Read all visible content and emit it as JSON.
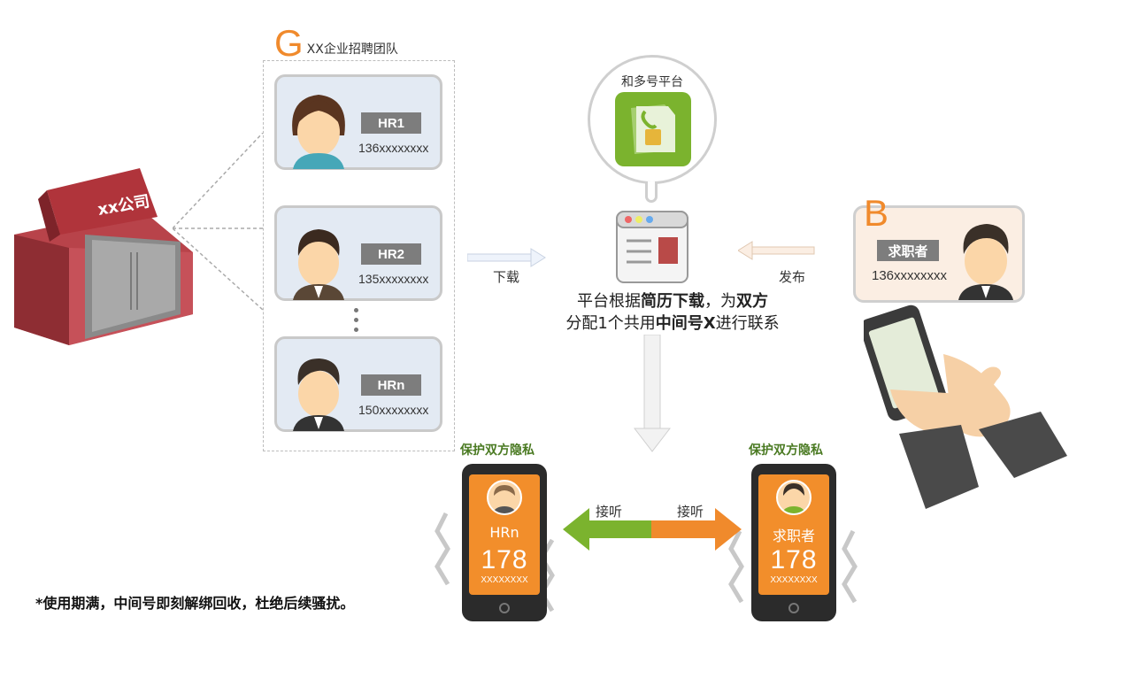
{
  "team": {
    "letter": "G",
    "label": "XX企业招聘团队"
  },
  "company": {
    "sign": "xx公司"
  },
  "hr_cards": [
    {
      "name": "HR1",
      "phone": "136xxxxxxxx"
    },
    {
      "name": "HR2",
      "phone": "135xxxxxxxx"
    },
    {
      "name": "HRn",
      "phone": "150xxxxxxxx"
    }
  ],
  "platform": {
    "name": "和多号平台"
  },
  "arrows": {
    "download": "下载",
    "publish": "发布"
  },
  "center_text": {
    "line1_a": "平台根据",
    "line1_b": "简历下载",
    "line1_c": "，为",
    "line1_d": "双方",
    "line2_a": "分配1个共用",
    "line2_b": "中间号X",
    "line2_c": "进行联系"
  },
  "seeker": {
    "letter": "B",
    "name": "求职者",
    "phone": "136xxxxxxxx"
  },
  "privacy": {
    "left": "保护双方隐私",
    "right": "保护双方隐私"
  },
  "call": {
    "left": "接听",
    "right": "接听"
  },
  "phones": [
    {
      "who": "HRn",
      "number": "178",
      "mask": "XXXXXXXX"
    },
    {
      "who": "求职者",
      "number": "178",
      "mask": "XXXXXXXX"
    }
  ],
  "note": "*使用期满，中间号即刻解绑回收，杜绝后续骚扰。",
  "colors": {
    "orange": "#f08a2c",
    "green": "#7bb32e",
    "gray": "#7d7d7d"
  }
}
